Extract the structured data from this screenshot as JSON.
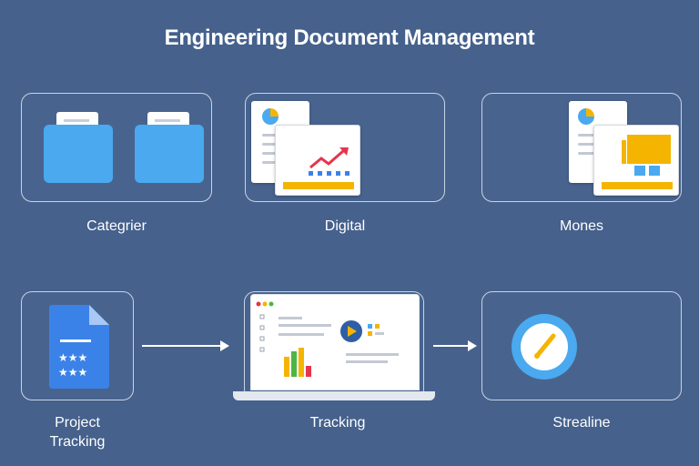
{
  "title": "Engineering Document Management",
  "cards": [
    {
      "label": "Categrier"
    },
    {
      "label": "Digital"
    },
    {
      "label": "Mones"
    },
    {
      "label": "Project\nTracking"
    },
    {
      "label": "Tracking"
    },
    {
      "label": "Strealine"
    }
  ],
  "colors": {
    "background": "#45618c",
    "folder_blue": "#4aa9ef",
    "accent_yellow": "#f5b400",
    "accent_red": "#e5354b",
    "doc_blue": "#3b82e8",
    "green": "#4fb543"
  },
  "icons": [
    "folder-icon",
    "folder-icon",
    "chart-document-icon",
    "chart-document-icon",
    "star-document-icon",
    "laptop-dashboard-icon",
    "dial-icon",
    "arrow-right-icon"
  ]
}
